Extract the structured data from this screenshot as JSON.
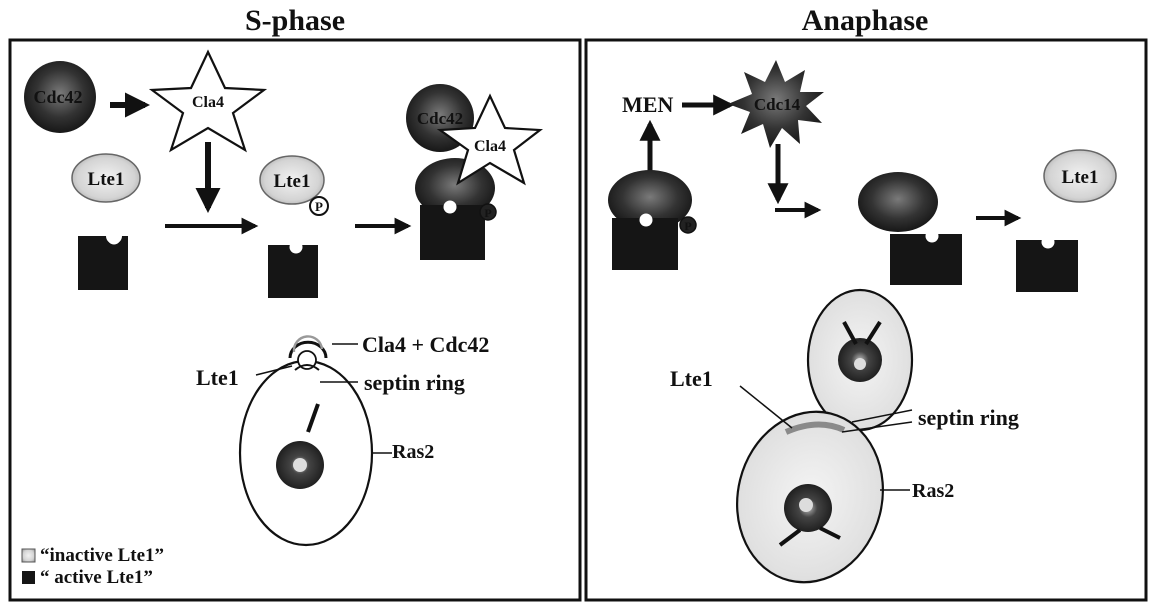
{
  "panels": {
    "left": {
      "title": "S-phase"
    },
    "right": {
      "title": "Anaphase"
    }
  },
  "labels": {
    "cdc42": "Cdc42",
    "cla4": "Cla4",
    "lte1": "Lte1",
    "p": "P",
    "men": "MEN",
    "cdc14": "Cdc14",
    "cla4_cdc42": "Cla4 + Cdc42",
    "septin_ring": "septin ring",
    "ras2": "Ras2"
  },
  "legend": {
    "inactive": "“inactive Lte1”",
    "active": "“ active Lte1”"
  },
  "colors": {
    "dark": "#161616",
    "stipple_light": "#dcdcdc",
    "stipple_mid": "#9a9a9a",
    "line": "#111111"
  }
}
